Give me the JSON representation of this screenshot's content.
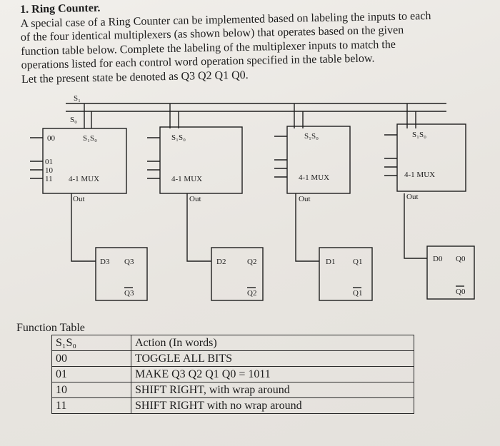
{
  "problem": {
    "title": "1. Ring Counter.",
    "lines": [
      "A special case of a Ring Counter can be implemented based on labeling the inputs to each",
      "of the four identical multiplexers (as shown below) that operates based on the given",
      "function table below. Complete the labeling of the multiplexer inputs to match the",
      "operations listed for each control word operation specified in the table below.",
      "Let the present state be denoted as Q3 Q2 Q1 Q0."
    ]
  },
  "diagram": {
    "s1_label": "S₁",
    "s0_label": "S₀",
    "input_codes": [
      "00",
      "01",
      "10",
      "11"
    ],
    "muxes": [
      {
        "select": "S₁S₀",
        "name": "4-1 MUX",
        "out": "Out",
        "ff_d": "D3",
        "ff_q": "Q3",
        "ff_qbar": "Q3"
      },
      {
        "select": "S₁S₀",
        "name": "4-1 MUX",
        "out": "Out",
        "ff_d": "D2",
        "ff_q": "Q2",
        "ff_qbar": "Q2"
      },
      {
        "select": "S₁S₀",
        "name": "4-1 MUX",
        "out": "Out",
        "ff_d": "D1",
        "ff_q": "Q1",
        "ff_qbar": "Q1"
      },
      {
        "select": "S₁S₀",
        "name": "4-1 MUX",
        "out": "Out",
        "ff_d": "D0",
        "ff_q": "Q0",
        "ff_qbar": "Q0"
      }
    ]
  },
  "function_table": {
    "title": "Function Table",
    "headers": [
      "S₁S₀",
      "Action (In words)"
    ],
    "rows": [
      [
        "00",
        "TOGGLE ALL BITS"
      ],
      [
        "01",
        "MAKE  Q3 Q2 Q1 Q0 = 1011"
      ],
      [
        "10",
        "SHIFT RIGHT, with wrap around"
      ],
      [
        "11",
        "SHIFT RIGHT with no wrap around"
      ]
    ]
  }
}
